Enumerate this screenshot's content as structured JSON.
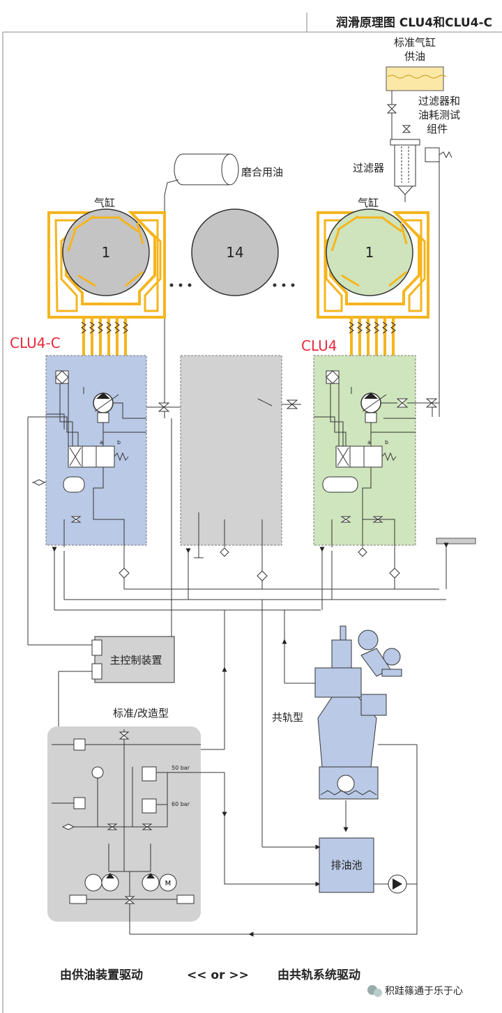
{
  "title": "润滑原理图 CLU4和CLU4-C",
  "labels": {
    "std_tank": [
      "标准气缸",
      "供油"
    ],
    "filter_assembly": [
      "过滤器和",
      "油耗测试",
      "组件"
    ],
    "filter": "过滤器",
    "running_in_oil": "磨合用油",
    "cylinder_left": "气缸",
    "cylinder_right": "气缸",
    "cyl_num_left": "1",
    "cyl_num_mid": "14",
    "cyl_num_right": "1",
    "unit_left": "CLU4-C",
    "unit_right": "CLU4",
    "main_control": "主控制装置",
    "std_mod": "标准/改造型",
    "common_rail": "共轨型",
    "drain_tank": "排油池",
    "p50": "50 bar",
    "p60": "60 bar",
    "valve_a": "a",
    "valve_b": "b"
  },
  "footer": {
    "left": "由供油装置驱动",
    "or": "<< or >>",
    "right": "由共轨系统驱动",
    "watermark": "积跬篠通于乐于心"
  },
  "colors": {
    "yellow": "#f5b51e",
    "blue_panel": "#b9c9e6",
    "green_panel": "#cfe5bd",
    "grey_panel": "#d2d2d2",
    "cylinder_grey": "#c4c4c4",
    "cylinder_green": "#cfe4bd",
    "accent_red": "#e8283a"
  }
}
